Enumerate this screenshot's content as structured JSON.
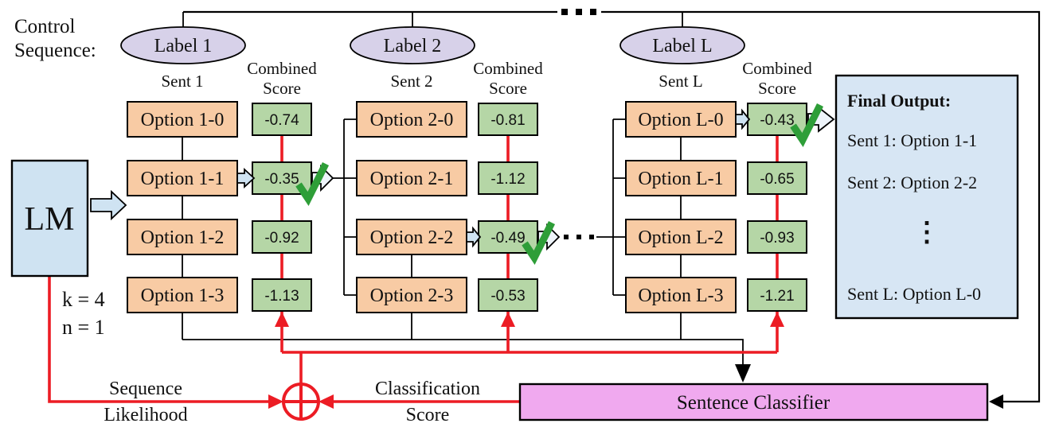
{
  "colors": {
    "option_fill": "#F8CBA4",
    "score_fill": "#B5D6A6",
    "label_fill": "#D7D1E9",
    "blue_fill": "#CFE3F2",
    "final_fill": "#D7E6F4",
    "classifier_fill": "#F0A9EF",
    "hollow_arrow_fill": "#EEF4FA",
    "red": "#EC1C24",
    "check_green": "#2E9E38"
  },
  "control_sequence": {
    "line1": "Control",
    "line2": "Sequence:"
  },
  "lm": {
    "label": "LM",
    "k_param": "k = 4",
    "n_param": "n = 1"
  },
  "columns": [
    {
      "label": "Label 1",
      "sent_header": "Sent 1",
      "score_header_line1": "Combined",
      "score_header_line2": "Score",
      "options": [
        "Option 1-0",
        "Option 1-1",
        "Option 1-2",
        "Option 1-3"
      ],
      "scores": [
        "-0.74",
        "-0.35",
        "-0.92",
        "-1.13"
      ],
      "selected_index": 1
    },
    {
      "label": "Label 2",
      "sent_header": "Sent 2",
      "score_header_line1": "Combined",
      "score_header_line2": "Score",
      "options": [
        "Option 2-0",
        "Option 2-1",
        "Option 2-2",
        "Option 2-3"
      ],
      "scores": [
        "-0.81",
        "-1.12",
        "-0.49",
        "-0.53"
      ],
      "selected_index": 2
    },
    {
      "label": "Label L",
      "sent_header": "Sent L",
      "score_header_line1": "Combined",
      "score_header_line2": "Score",
      "options": [
        "Option L-0",
        "Option L-1",
        "Option L-2",
        "Option L-3"
      ],
      "scores": [
        "-0.43",
        "-0.65",
        "-0.93",
        "-1.21"
      ],
      "selected_index": 0
    }
  ],
  "final_output": {
    "title": "Final Output:",
    "lines": [
      "Sent 1: Option 1-1",
      "Sent 2: Option 2-2",
      "Sent L: Option L-0"
    ],
    "ellipsis": "⋮"
  },
  "aggregator": {
    "sequence_likelihood_line1": "Sequence",
    "sequence_likelihood_line2": "Likelihood",
    "classification_score_line1": "Classification",
    "classification_score_line2": "Score"
  },
  "classifier": {
    "label": "Sentence Classifier"
  }
}
